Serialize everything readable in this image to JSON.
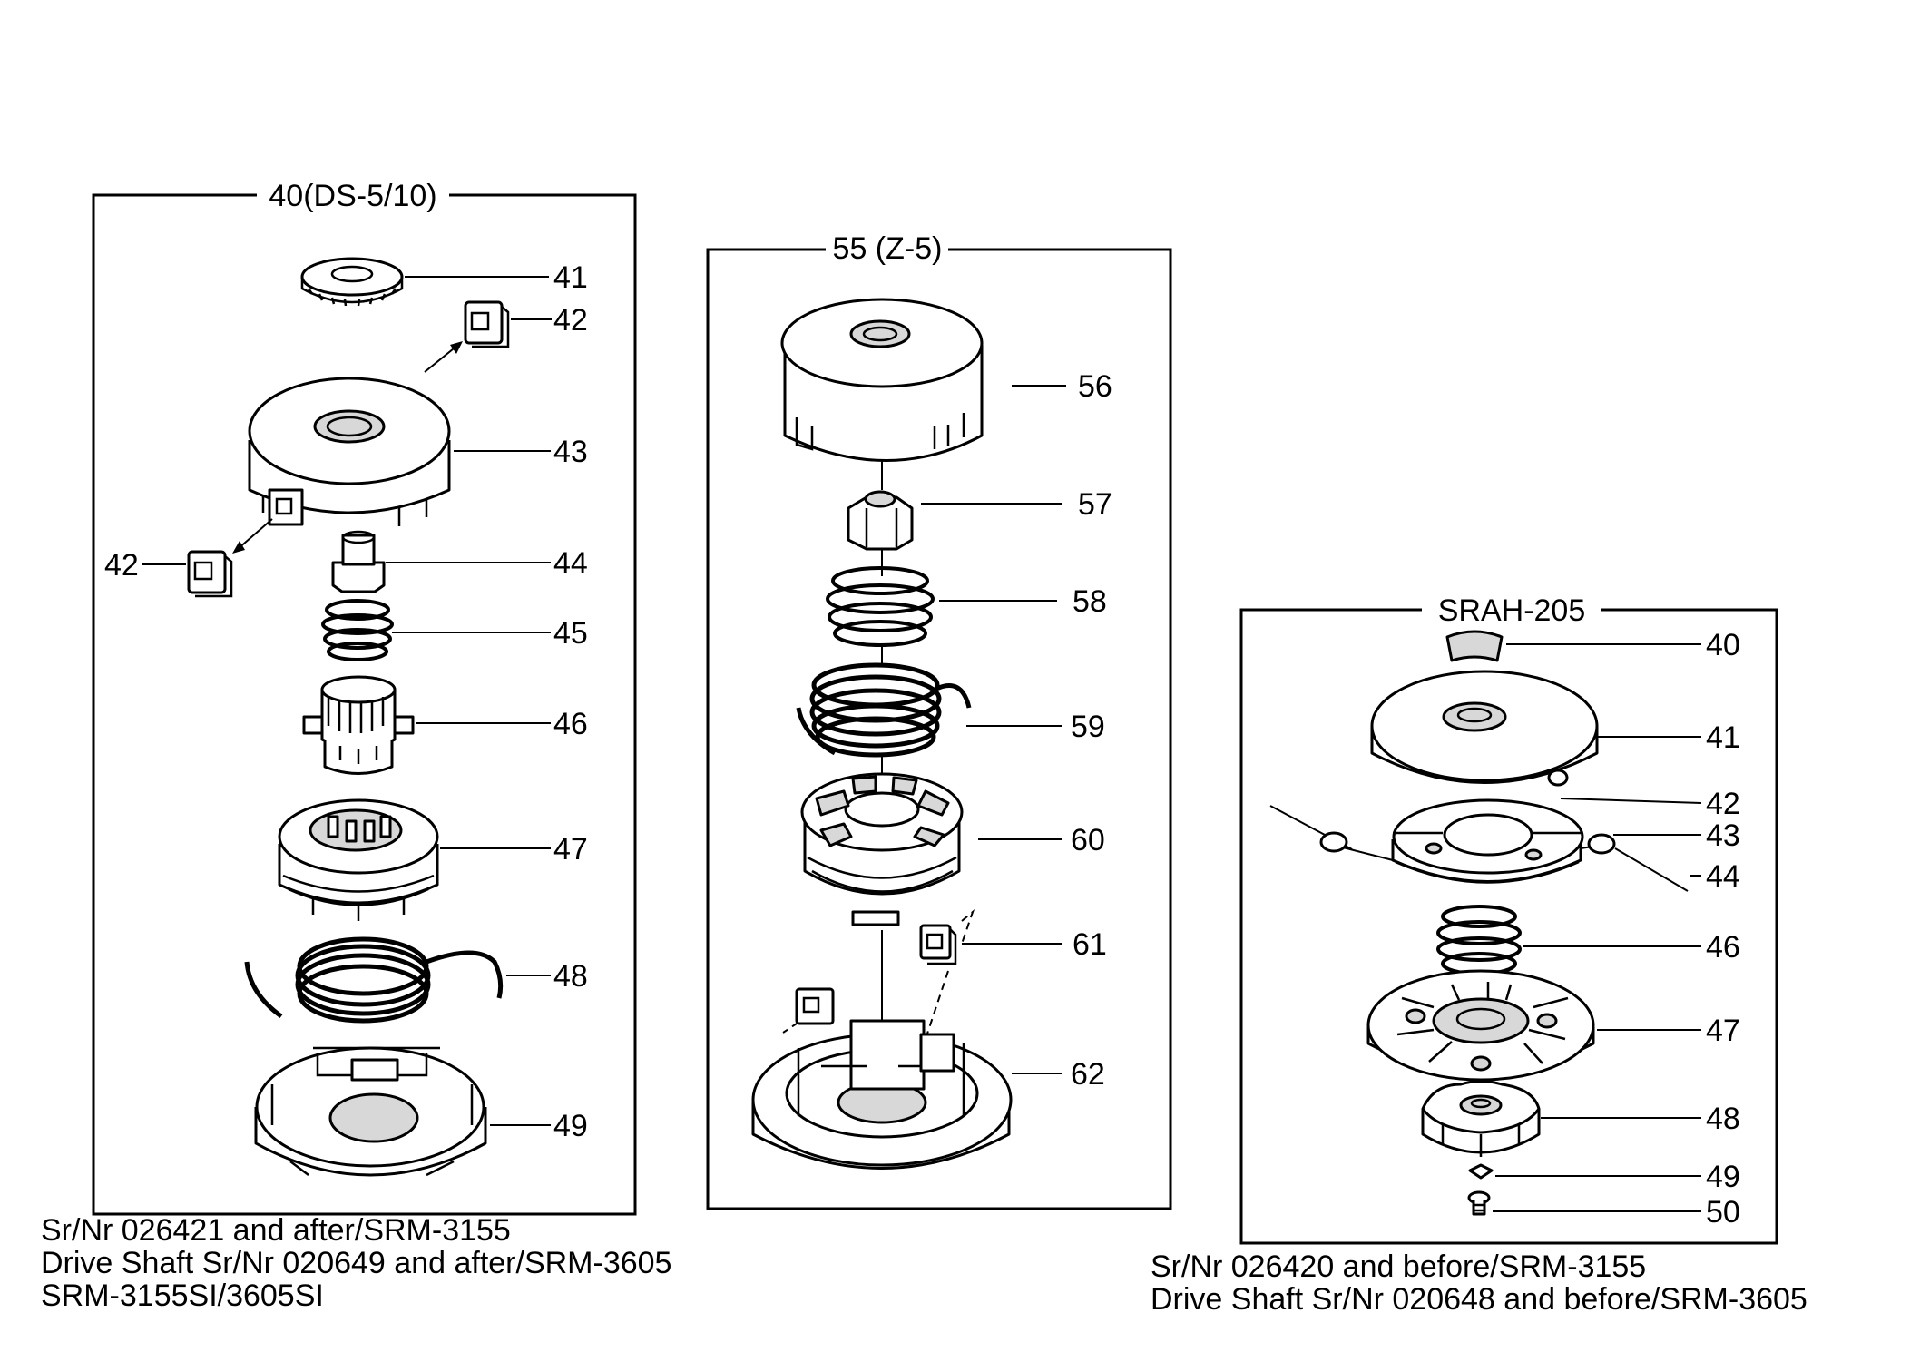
{
  "panels": [
    {
      "title": "40(DS-5/10)",
      "labels": [
        "41",
        "42",
        "43",
        "42",
        "44",
        "45",
        "46",
        "47",
        "48",
        "49"
      ]
    },
    {
      "title": "55 (Z-5)",
      "labels": [
        "56",
        "57",
        "58",
        "59",
        "60",
        "61",
        "62"
      ]
    },
    {
      "title": "SRAH-205",
      "labels": [
        "40",
        "41",
        "42",
        "43",
        "44",
        "46",
        "47",
        "48",
        "49",
        "50"
      ]
    }
  ],
  "notes": {
    "left": [
      "Sr/Nr 026421 and after/SRM-3155",
      "Drive Shaft Sr/Nr 020649 and after/SRM-3605",
      "SRM-3155SI/3605SI"
    ],
    "right": [
      "Sr/Nr 026420 and before/SRM-3155",
      "Drive Shaft Sr/Nr 020648 and before/SRM-3605"
    ]
  }
}
